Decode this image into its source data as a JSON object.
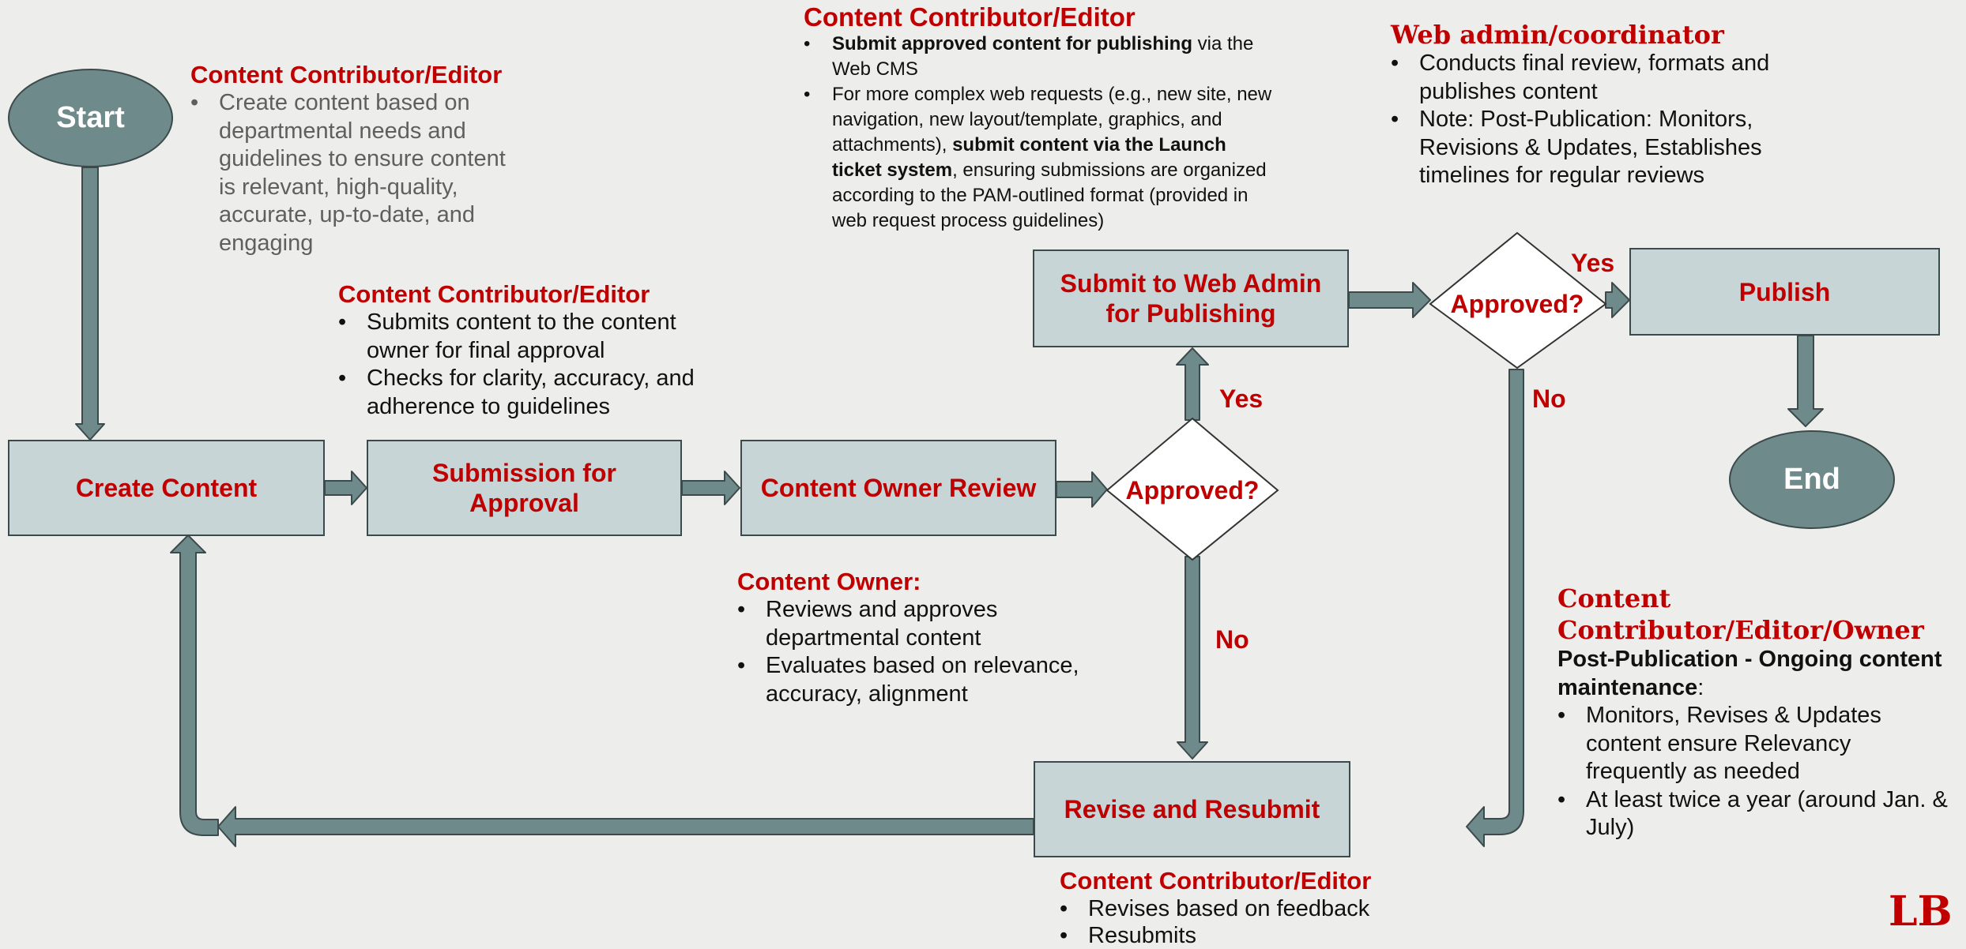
{
  "nodes": {
    "start": "Start",
    "end": "End",
    "create": "Create Content",
    "submission": "Submission for Approval",
    "owner_review": "Content Owner Review",
    "decision1": "Approved?",
    "submit_web": "Submit to Web Admin for Publishing",
    "decision2": "Approved?",
    "publish": "Publish",
    "revise": "Revise and Resubmit"
  },
  "edge_labels": {
    "d1_yes": "Yes",
    "d1_no": "No",
    "d2_yes": "Yes",
    "d2_no": "No"
  },
  "notes": {
    "create": {
      "title": "Content Contributor/Editor",
      "bullets": [
        "Create content based on departmental needs and guidelines to ensure content is relevant, high-quality, accurate,  up-to-date, and engaging"
      ]
    },
    "submission": {
      "title": "Content Contributor/Editor",
      "bullets": [
        "Submits content to the content owner for final approval",
        "Checks for clarity, accuracy, and adherence to guidelines"
      ]
    },
    "owner": {
      "title": "Content Owner:",
      "bullets": [
        "Reviews and approves departmental content",
        "Evaluates based on relevance, accuracy, alignment"
      ]
    },
    "web_submit": {
      "title": "Content Contributor/Editor",
      "b1_bold": "Submit approved content for publishing",
      "b1_rest": " via the Web CMS",
      "b2_pre": "For more complex web requests (e.g., new site, new navigation, new layout/template, graphics, and attachments), ",
      "b2_bold": "submit content via the Launch ticket system",
      "b2_rest": ", ensuring submissions are organized according to the PAM-outlined format (provided in web request process guidelines)"
    },
    "web_admin": {
      "title": "Web admin/coordinator",
      "bullets": [
        "Conducts final review, formats and publishes content",
        "Note: Post-Publication: Monitors, Revisions & Updates, Establishes timelines for regular reviews"
      ]
    },
    "post_pub": {
      "title": "Content Contributor/Editor/Owner",
      "subtitle_bold": "Post-Publication - Ongoing content maintenance",
      "subtitle_tail": ":",
      "bullets": [
        "Monitors, Revises & Updates content ensure Relevancy frequently as needed",
        "At least twice a year (around Jan. & July)"
      ]
    },
    "revise": {
      "title": "Content Contributor/Editor",
      "bullets": [
        "Revises based on feedback",
        "Resubmits"
      ]
    }
  },
  "logo_text": "LB",
  "colors": {
    "background": "#ededeb",
    "box_fill": "#c8d5d6",
    "accent_red": "#c00000",
    "oval_fill": "#6f8a8a",
    "arrow": "#6f8a8a"
  }
}
